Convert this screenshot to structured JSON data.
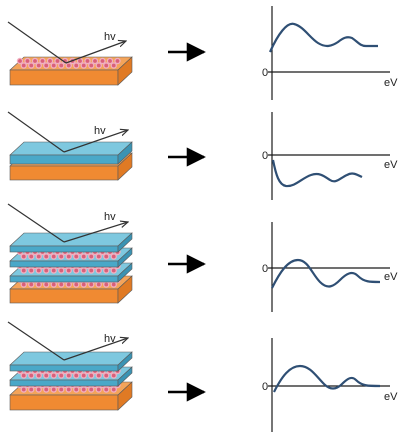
{
  "colors": {
    "substrate_top": "#f4a45a",
    "substrate_front": "#f08a32",
    "substrate_side": "#e07a24",
    "film_top": "#7ec8df",
    "film_front": "#4aa8c8",
    "film_side": "#3b93b3",
    "particle": "#d9607a",
    "particle_glow": "#f0b0c0",
    "curve": "#2f4f74",
    "axis": "#1a1a1a"
  },
  "rows": [
    {
      "id": "row-1",
      "sample": "substrate-with-particles",
      "light_label": "hv",
      "plot": {
        "zero_label": "0",
        "x_label": "eV",
        "curve_shape": "positive damped oscillation"
      }
    },
    {
      "id": "row-2",
      "sample": "substrate-with-single-film",
      "light_label": "hv",
      "plot": {
        "zero_label": "0",
        "x_label": "eV",
        "curve_shape": "negative damped oscillation"
      }
    },
    {
      "id": "row-3",
      "sample": "multilayer-film-particle-stack",
      "light_label": "hv",
      "plot": {
        "zero_label": "0",
        "x_label": "eV",
        "curve_shape": "oscillation crossing zero"
      }
    },
    {
      "id": "row-4",
      "sample": "two-films-on-particle-layer",
      "light_label": "hv",
      "plot": {
        "zero_label": "0",
        "x_label": "eV",
        "curve_shape": "oscillation crossing zero"
      }
    }
  ]
}
